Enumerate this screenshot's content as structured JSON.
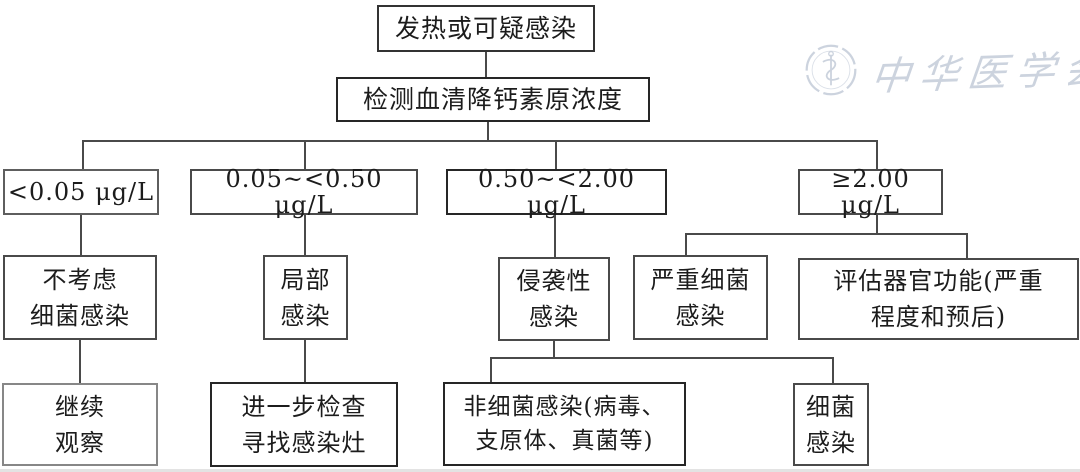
{
  "flowchart": {
    "nodes": {
      "start": "发热或可疑感染",
      "test": "检测血清降钙素原浓度",
      "range_low": "<0.05 μg/L",
      "range_mid_low": "0.05~<0.50 μg/L",
      "range_mid_high": "0.50~<2.00 μg/L",
      "range_high": "≥2.00 μg/L",
      "no_bacterial": "不考虑\n细菌感染",
      "local_infection": "局部\n感染",
      "invasive_infection": "侵袭性\n感染",
      "severe_bacterial": "严重细菌\n感染",
      "assess_organ": "评估器官功能(严重\n程度和预后)",
      "continue_observe": "继续\n观察",
      "further_exam": "进一步检查\n寻找感染灶",
      "non_bacterial": "非细菌感染(病毒、\n支原体、真菌等)",
      "bacterial": "细菌\n感染"
    }
  },
  "watermark": {
    "org": "中华医学会"
  },
  "colors": {
    "line": "#4a4a4a",
    "text": "#1c1c1c",
    "watermark": "#ccd3de"
  }
}
